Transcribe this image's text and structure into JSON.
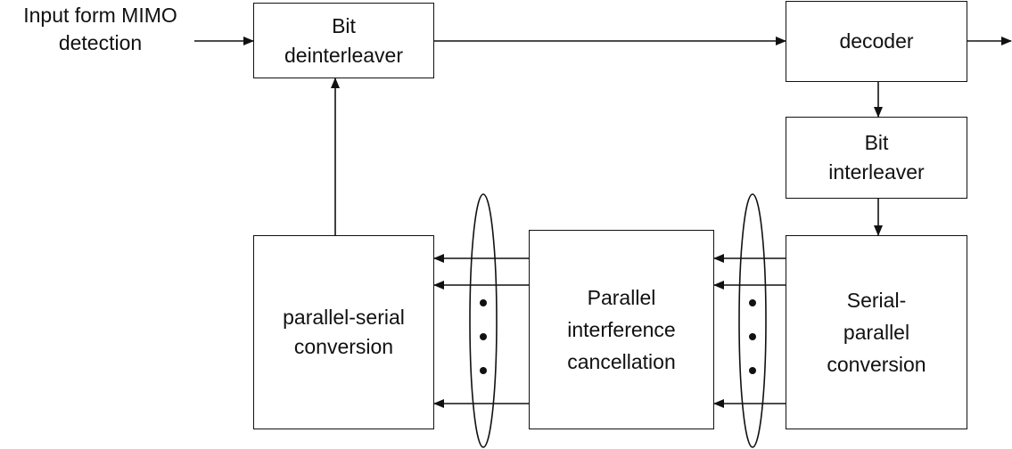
{
  "input_label": {
    "line1": "Input form MIMO",
    "line2": "detection"
  },
  "blocks": {
    "bit_deinterleaver": {
      "line1": "Bit",
      "line2": "deinterleaver"
    },
    "decoder": {
      "line1": "decoder"
    },
    "bit_interleaver": {
      "line1": "Bit",
      "line2": "interleaver"
    },
    "parallel_serial": {
      "line1": "parallel-serial",
      "line2": "conversion"
    },
    "pic": {
      "line1": "Parallel",
      "line2": "interference",
      "line3": "cancellation"
    },
    "serial_parallel": {
      "line1": "Serial-",
      "line2": "parallel",
      "line3": "conversion"
    }
  }
}
